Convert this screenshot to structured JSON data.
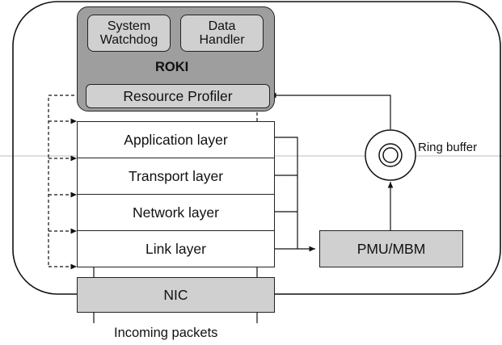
{
  "diagram": {
    "roki": {
      "label": "ROKI"
    },
    "system_watchdog": {
      "label": "System\nWatchdog"
    },
    "data_handler": {
      "label": "Data\nHandler"
    },
    "resource_profiler": {
      "label": "Resource Profiler"
    },
    "layers": [
      {
        "label": "Application layer"
      },
      {
        "label": "Transport layer"
      },
      {
        "label": "Network layer"
      },
      {
        "label": "Link layer"
      }
    ],
    "nic": {
      "label": "NIC"
    },
    "pmu_mbm": {
      "label": "PMU/MBM"
    },
    "ring_buffer": {
      "label": "Ring buffer"
    },
    "incoming_packets": {
      "label": "Incoming packets"
    }
  }
}
